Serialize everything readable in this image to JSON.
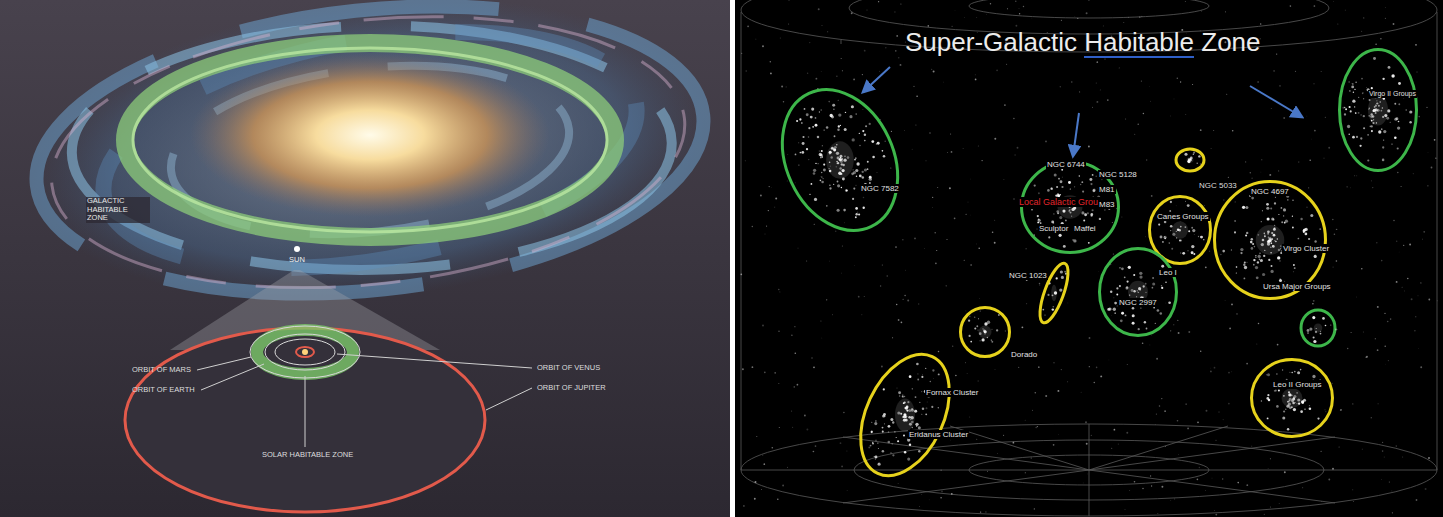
{
  "diagram": {
    "title": "Super-Galactic Habitable Zone",
    "nodes": [
      {
        "text": [
          "NGC 7582"
        ]
      },
      {
        "text": [
          "NGC 6744",
          "Local Galactic Group",
          "NGC 5128",
          "M81",
          "Sculptor",
          "Maffei",
          "M83"
        ]
      },
      {
        "text": [
          "Canes Groups"
        ]
      },
      {
        "text": [
          "NGC 4697",
          "Virgo Cluster",
          "Ursa Major Groups"
        ]
      },
      {
        "text": [
          "Virgo II Groups"
        ]
      },
      {
        "text": [
          "NGC 1023"
        ]
      },
      {
        "text": [
          "Leo I",
          "NGC 2997"
        ]
      },
      {
        "text": [
          "Dorado"
        ]
      },
      {
        "text": [
          "Fornax Cluster",
          "Eridanus Cluster"
        ]
      },
      {
        "text": [
          "Leo II Groups"
        ]
      }
    ],
    "labels": [
      "NGC 5033",
      "GALACTIC HABITABLE ZONE",
      "SUN",
      "ORBIT OF MARS",
      "ORBIT OF EARTH",
      "ORBIT OF VENUS",
      "ORBIT OF JUPITER",
      "SOLAR HABITABLE ZONE"
    ]
  }
}
